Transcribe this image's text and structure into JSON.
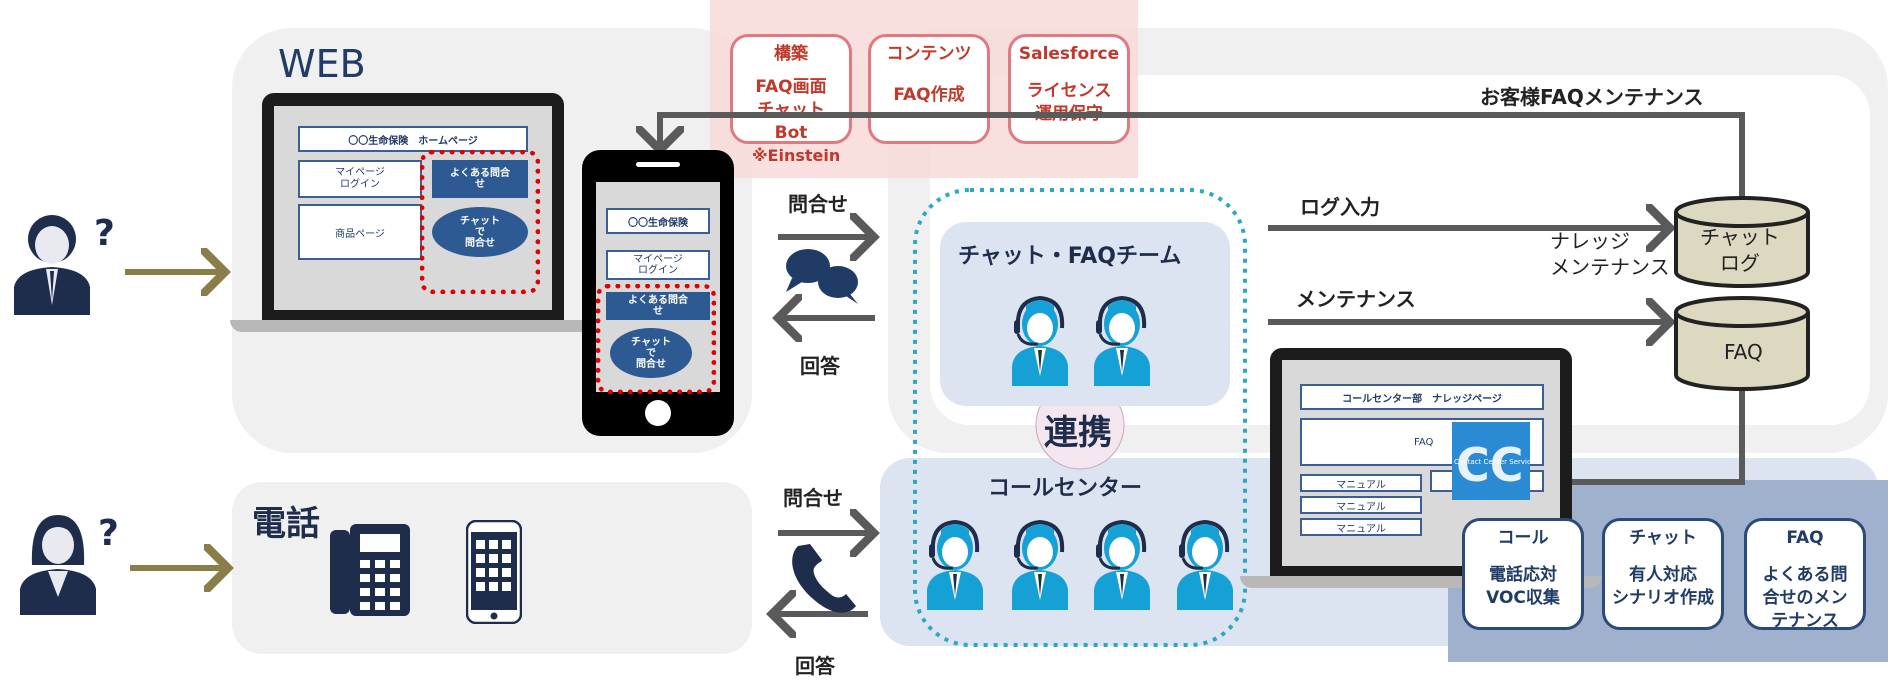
{
  "web": {
    "title": "WEB"
  },
  "phone_section": {
    "title": "電話"
  },
  "build_boxes": [
    {
      "lines": [
        "構築",
        "",
        "FAQ画面",
        "チャット",
        "Bot"
      ]
    },
    {
      "lines": [
        "コンテンツ",
        "",
        "FAQ作成"
      ]
    },
    {
      "lines": [
        "Salesforce",
        "",
        "ライセンス",
        "運用保守"
      ]
    }
  ],
  "einstein_note": "※Einstein",
  "laptop_screen": {
    "header": "〇〇生命保険　ホームページ",
    "mypage": "マイページ\nログイン",
    "product": "商品ページ",
    "faq_button": "よくある問合\nせ",
    "chat_bubble": "チャット\nで\n問合せ"
  },
  "smartphone_screen": {
    "header": "〇〇生命保険",
    "mypage": "マイページ\nログイン",
    "faq_button": "よくある問合\nせ",
    "chat_bubble": "チャット\nで\n問合せ"
  },
  "flows": {
    "inquiry_web": "問合せ",
    "answer_web": "回答",
    "inquiry_tel": "問合せ",
    "answer_tel": "回答",
    "customer_faq_maint": "お客様FAQメンテナンス",
    "log_input": "ログ入力",
    "maintenance": "メンテナンス",
    "knowledge_maint": "ナレッジ\nメンテナンス"
  },
  "teams": {
    "chat_faq": "チャット・FAQチーム",
    "call_center": "コールセンター",
    "link": "連携"
  },
  "databases": {
    "chat_log": "チャット\nログ",
    "faq": "FAQ"
  },
  "kb_laptop": {
    "header": "コールセンター部　ナレッジページ",
    "faq": "FAQ",
    "manual_items": [
      "マニュアル",
      "マニュアル",
      "マニュアル"
    ],
    "logo_text": "CC",
    "logo_sub": "Contact Center Services"
  },
  "service_boxes": [
    {
      "lines": [
        "コール",
        "",
        "電話応対",
        "VOC収集"
      ]
    },
    {
      "lines": [
        "チャット",
        "",
        "有人対応",
        "シナリオ作成"
      ]
    },
    {
      "lines": [
        "FAQ",
        "",
        "よくある問",
        "合せのメン",
        "テナンス"
      ]
    }
  ],
  "colors": {
    "panel_gray": "#f0f0f0",
    "panel_blue": "#dbe4f0",
    "arrow": "#5a5a5a",
    "olive_arrow": "#8a7d4a",
    "red_accent": "#e07a80",
    "navy": "#1f3b66"
  }
}
